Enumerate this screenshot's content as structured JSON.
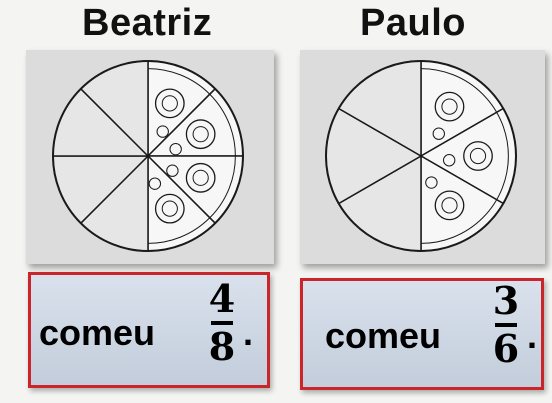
{
  "left": {
    "name": "Beatriz",
    "slices_total": 8,
    "slices_eaten": 4,
    "caption_word": "comeu",
    "numerator": "4",
    "denominator": "8",
    "end": "."
  },
  "right": {
    "name": "Paulo",
    "slices_total": 6,
    "slices_eaten": 3,
    "caption_word": "comeu",
    "numerator": "3",
    "denominator": "6",
    "end": "."
  },
  "colors": {
    "empty_slice": "#e6e6e6",
    "pizza_slice": "#f7f7f7",
    "outline": "#1a1a1a",
    "box_border": "#c8262b"
  }
}
